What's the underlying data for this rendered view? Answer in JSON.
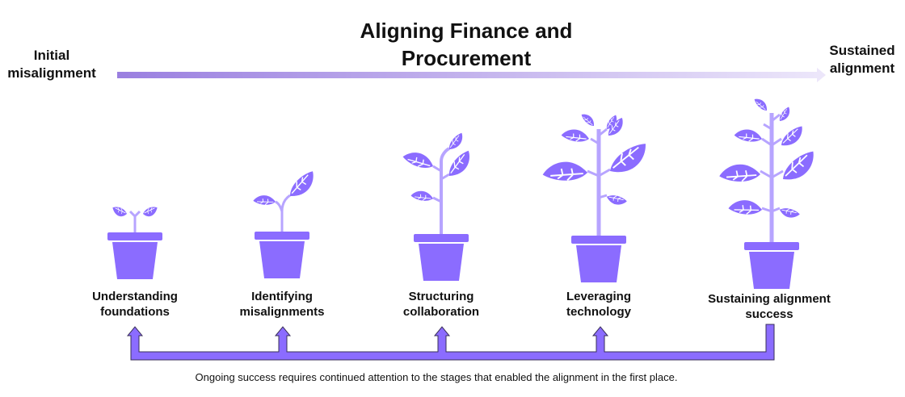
{
  "title_line1": "Aligning Finance and",
  "title_line2": "Procurement",
  "start_label": {
    "line1": "Initial",
    "line2": "misalignment"
  },
  "end_label": {
    "line1": "Sustained",
    "line2": "alignment"
  },
  "stages": [
    {
      "line1": "Understanding",
      "line2": "foundations"
    },
    {
      "line1": "Identifying",
      "line2": "misalignments"
    },
    {
      "line1": "Structuring",
      "line2": "collaboration"
    },
    {
      "line1": "Leveraging",
      "line2": "technology"
    },
    {
      "line1": "Sustaining alignment",
      "line2": "success"
    }
  ],
  "caption": "Ongoing success requires continued attention to the stages that enabled the alignment in the first place.",
  "colors": {
    "plant": "#8b6cff",
    "arrow_outline": "#3a2f5a",
    "gradient_start": "#9a7fe0",
    "gradient_end": "#ece6fa"
  }
}
